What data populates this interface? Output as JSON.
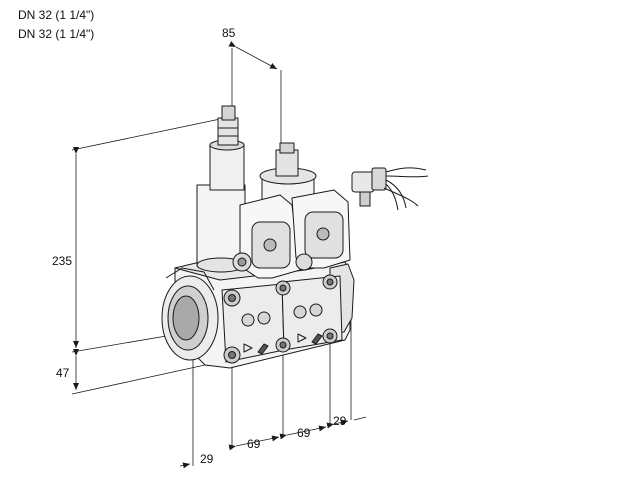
{
  "header": {
    "line1": "DN 32 (1 1/4\")",
    "line2": "DN 32 (1 1/4\")"
  },
  "dimensions": {
    "top_width": "85",
    "height": "235",
    "base_height": "47",
    "bottom_left": "29",
    "bottom_mid1": "69",
    "bottom_mid2": "69",
    "bottom_right": "29"
  },
  "colors": {
    "line": "#1a1a1a",
    "body_fill": "#f4f4f4",
    "shade": "#d8d8d8",
    "dark": "#555555"
  }
}
